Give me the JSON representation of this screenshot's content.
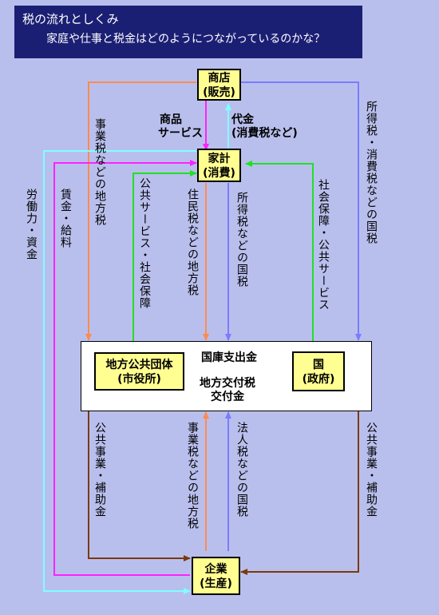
{
  "header": {
    "title": "税の流れとしくみ",
    "subtitle": "家庭や仕事と税金はどのようにつながっているのかな？"
  },
  "nodes": {
    "shop": {
      "line1": "商店",
      "line2": "(販売)"
    },
    "household": {
      "line1": "家計",
      "line2": "(消費)"
    },
    "local_gov": {
      "line1": "地方公共団体",
      "line2": "(市役所)"
    },
    "national_gov": {
      "line1": "国",
      "line2": "(政府)"
    },
    "company": {
      "line1": "企業",
      "line2": "(生産)"
    }
  },
  "labels": {
    "goods_services": {
      "line1": "商品",
      "line2": "サービス"
    },
    "payment": {
      "line1": "代金",
      "line2": "(消費税など)"
    },
    "business_tax_local": "事業税などの地方税",
    "income_consumption_national": "所得税・消費税などの国税",
    "labor_capital": "労働力・資金",
    "wages_salary": "賃金・給料",
    "public_services_social": "公共サービス・社会保障",
    "resident_tax_local": "住民税などの地方税",
    "income_tax_national": "所得税などの国税",
    "social_security_public": "社会保障・公共サービス",
    "treasury_outlays": "国庫支出金",
    "local_allocation": {
      "line1": "地方交付税",
      "line2": "交付金"
    },
    "public_works_subsidy_left": "公共事業・補助金",
    "business_tax_local_bottom": "事業税などの地方税",
    "corporate_tax_national": "法人税などの国税",
    "public_works_subsidy_right": "公共事業・補助金"
  },
  "colors": {
    "background": "#b9bfed",
    "header": "#1b1f74",
    "box": "#fffe91",
    "orange": "#ff8a50",
    "blue": "#7b7bff",
    "cyan": "#7fffff",
    "magenta": "#ff22ff",
    "green": "#22e022",
    "brown": "#7a3a0a"
  }
}
